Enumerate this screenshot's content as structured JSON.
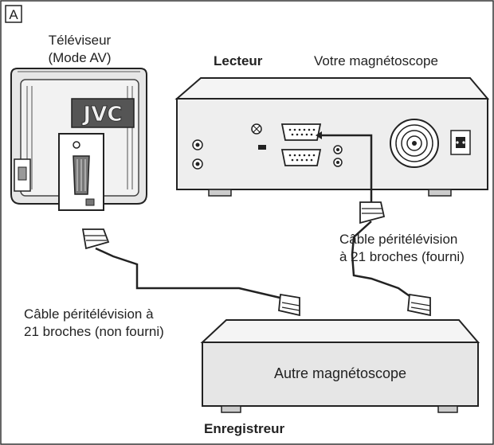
{
  "section_badge": "A",
  "tv": {
    "label_line1": "Téléviseur",
    "label_line2": "(Mode AV)",
    "brand": "JVC"
  },
  "player": {
    "role": "Lecteur",
    "name": "Votre magnétoscope"
  },
  "cable_supplied": {
    "line1": "Câble péritélévision",
    "line2": "à 21 broches (fourni)"
  },
  "cable_not_supplied": {
    "line1": "Câble péritélévision à",
    "line2": "21 broches (non fourni)"
  },
  "recorder": {
    "name": "Autre magnétoscope",
    "role": "Enregistreur"
  }
}
